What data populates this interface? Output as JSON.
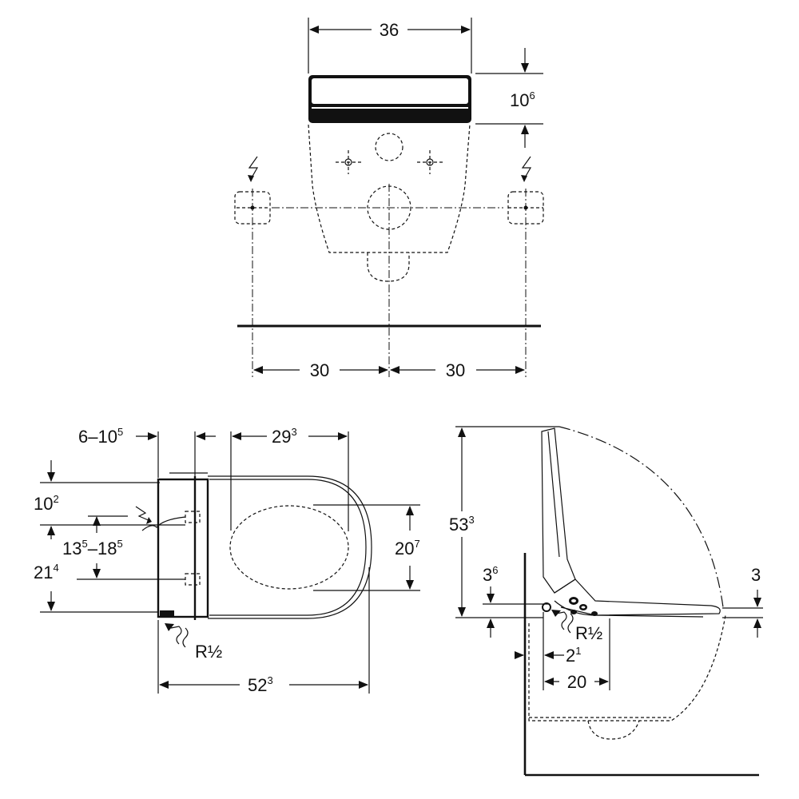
{
  "top_view": {
    "width_value": "36",
    "height_main": "10",
    "height_sup": "6",
    "left_offset": "30",
    "right_offset": "30"
  },
  "plan_view": {
    "back_range_main": "6–10",
    "back_range_sup": "5",
    "seat_depth_main": "29",
    "seat_depth_sup": "3",
    "upper_height_main": "10",
    "upper_height_sup": "2",
    "elec_range_a_main": "13",
    "elec_range_a_sup": "5",
    "elec_range_sep": "–",
    "elec_range_b_main": "18",
    "elec_range_b_sup": "5",
    "lower_height_main": "21",
    "lower_height_sup": "4",
    "opening_width_main": "20",
    "opening_width_sup": "7",
    "total_length_main": "52",
    "total_length_sup": "3",
    "water_connection": "R½"
  },
  "side_view": {
    "lid_height_main": "53",
    "lid_height_sup": "3",
    "offset_a_main": "3",
    "offset_a_sup": "6",
    "seat_gap": "3",
    "water_connection": "R½",
    "pipe_offset_main": "2",
    "pipe_offset_sup": "1",
    "pipe_distance": "20"
  },
  "icons": [
    "lightning-icon",
    "water-inlet-icon"
  ]
}
